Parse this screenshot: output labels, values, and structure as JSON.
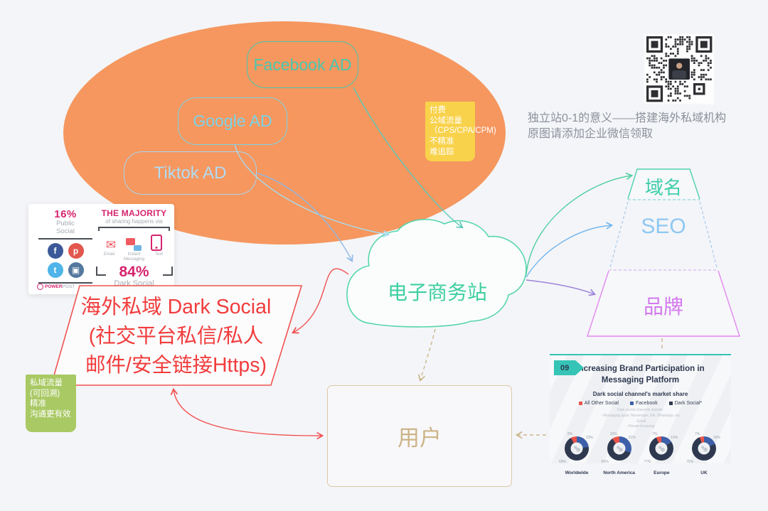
{
  "colors": {
    "background": "#f4f5f8",
    "public_ellipse": "#f5975f",
    "teal": "#3ecfa0",
    "red_accent": "#f23c3c",
    "tan": "#cdb488",
    "yellow_note_bg": "#f8d24b",
    "green_note_bg": "#a9c964",
    "magenta": "#d6246e"
  },
  "caption": {
    "line1": "独立站0-1的意义——搭建海外私域机构",
    "line2": "原图请添加企业微信领取"
  },
  "public_traffic": {
    "ads": [
      {
        "label": "Facebook AD",
        "color": "#49c7ae"
      },
      {
        "label": "Google AD",
        "color": "#7cd3e6"
      },
      {
        "label": "Tiktok AD",
        "color": "#a8d6ef"
      }
    ]
  },
  "yellow_note": {
    "bg": "#f8d24b",
    "lines": [
      "付费",
      "公域流量",
      "（CPS/CPA/CPM)",
      "不精准",
      "难追踪"
    ]
  },
  "green_note": {
    "bg": "#a9c964",
    "lines": [
      "私域流量",
      "(可回溯)",
      "精准",
      "沟通更有效"
    ]
  },
  "cloud": {
    "label": "电子商务站",
    "color": "#3ecfa0"
  },
  "funnel": {
    "levels": [
      {
        "label": "域名",
        "color": "#3fceaa"
      },
      {
        "label": "SEO",
        "color": "#8ec8f2"
      },
      {
        "label": "品牌",
        "color": "#d478ee"
      }
    ]
  },
  "dark_social": {
    "color": "#f23c3c",
    "lines": [
      "海外私域 Dark Social",
      "(社交平台私信/私人",
      "邮件/安全链接Https)"
    ]
  },
  "user_box": {
    "label": "用户",
    "color": "#cdb488"
  },
  "powerpost": {
    "pct_public": "16%",
    "public_lines": [
      "Public",
      "Social"
    ],
    "social_icons": [
      {
        "name": "facebook",
        "glyph": "f",
        "color": "#3b5998"
      },
      {
        "name": "pinterest",
        "glyph": "p",
        "color": "#e2574e"
      },
      {
        "name": "twitter",
        "glyph": "t",
        "color": "#4fb4ea"
      },
      {
        "name": "instagram",
        "glyph": "▣",
        "color": "#54789e"
      }
    ],
    "majority_title": "THE MAJORITY",
    "majority_sub": "of sharing happens via",
    "email_glyph": "✉",
    "channels": [
      "Email",
      "Instant Messaging",
      "Text"
    ],
    "pct_dark": "84%",
    "dark_label": "Dark Social",
    "brand_1": "POWER",
    "brand_2": "POST"
  },
  "messaging_card": {
    "badge": "09",
    "title_line1": "Increasing Brand Participation in",
    "title_line2": "Messaging Platform",
    "subtitle": "Dark social channel's market share",
    "legend": [
      {
        "label": "All Other Social",
        "color": "#e8544b"
      },
      {
        "label": "Facebook",
        "color": "#3d5fa8"
      },
      {
        "label": "Dark Social*",
        "color": "#2e3950"
      }
    ],
    "note_lines": [
      "Dark social channels include:",
      "- Messaging apps: Messenger, Kik, Whatsapp, etc",
      "- Email",
      "- Private browsing"
    ]
  },
  "chart_data": {
    "type": "pie",
    "variant": "donut-multiples",
    "title": "Increasing Brand Participation in Messaging Platform",
    "subtitle": "Dark social channel's market share",
    "legend_position": "top",
    "categories": [
      "Worldwide",
      "North America",
      "Europe",
      "UK"
    ],
    "series": [
      {
        "name": "All Other Social",
        "color": "#e8544b",
        "values": [
          8,
          10,
          7,
          7
        ]
      },
      {
        "name": "Facebook",
        "color": "#3d5fa8",
        "values": [
          23,
          31,
          16,
          19
        ]
      },
      {
        "name": "Dark Social",
        "color": "#2e3950",
        "values": [
          69,
          59,
          77,
          75
        ]
      }
    ]
  }
}
